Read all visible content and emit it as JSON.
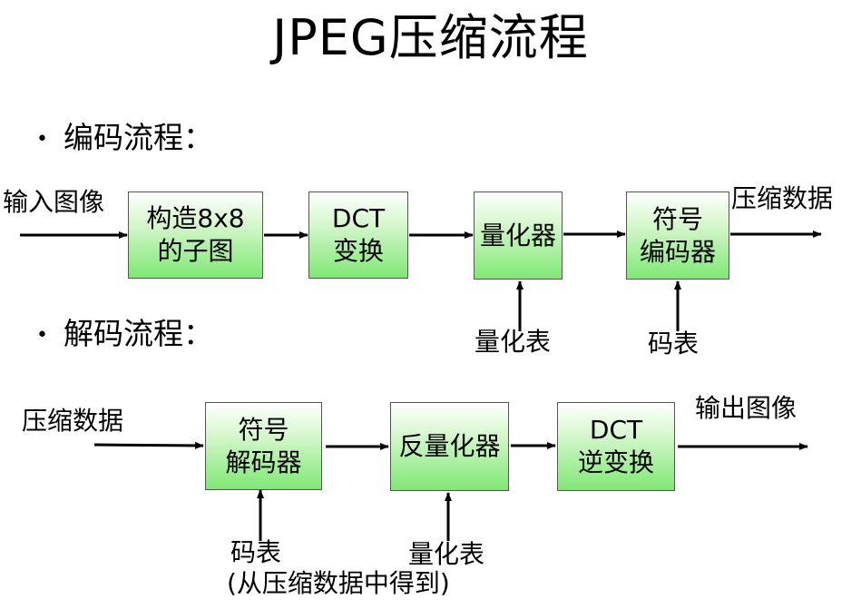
{
  "title": "JPEG压缩流程",
  "encode": {
    "heading": "编码流程：",
    "input": "输入图像",
    "output": "压缩数据",
    "blocks": [
      {
        "line1": "构造8x8",
        "line2": "的子图"
      },
      {
        "line1": "DCT",
        "line2": "变换"
      },
      {
        "line1": "量化器",
        "line2": ""
      },
      {
        "line1": "符号",
        "line2": "编码器"
      }
    ],
    "quant_table": "量化表",
    "code_table": "码表"
  },
  "decode": {
    "heading": "解码流程：",
    "input": "压缩数据",
    "output": "输出图像",
    "blocks": [
      {
        "line1": "符号",
        "line2": "解码器"
      },
      {
        "line1": "反量化器",
        "line2": ""
      },
      {
        "line1": "DCT",
        "line2": "逆变换"
      }
    ],
    "code_table": "码表",
    "code_table_note": "(从压缩数据中得到)",
    "quant_table": "量化表"
  }
}
